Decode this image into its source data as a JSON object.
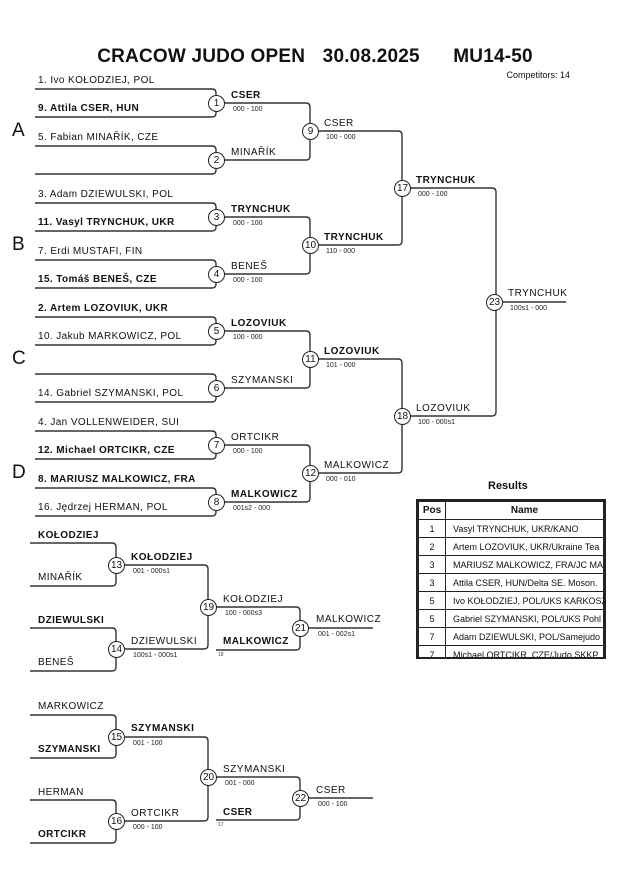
{
  "header": {
    "event": "CRACOW JUDO OPEN",
    "date": "30.08.2025",
    "category": "MU14-50",
    "competitors_label": "Competitors: 14"
  },
  "pools": [
    "A",
    "B",
    "C",
    "D"
  ],
  "entrants": [
    {
      "text": "1. Ivo KOŁODZIEJ, POL",
      "bold": false
    },
    {
      "text": "9. Attila CSER, HUN",
      "bold": true
    },
    {
      "text": "5. Fabian MINAŘÍK, CZE",
      "bold": false
    },
    {
      "text": "",
      "bold": false
    },
    {
      "text": "3. Adam DZIEWULSKI, POL",
      "bold": false
    },
    {
      "text": "11. Vasyl TRYNCHUK, UKR",
      "bold": true
    },
    {
      "text": "7. Erdi MUSTAFI, FIN",
      "bold": false
    },
    {
      "text": "15. Tomáš BENEŠ, CZE",
      "bold": true
    },
    {
      "text": "2. Artem LOZOVIUK, UKR",
      "bold": true
    },
    {
      "text": "10. Jakub MARKOWICZ, POL",
      "bold": false
    },
    {
      "text": "",
      "bold": false
    },
    {
      "text": "14. Gabriel SZYMANSKI, POL",
      "bold": false
    },
    {
      "text": "4. Jan VOLLENWEIDER, SUI",
      "bold": false
    },
    {
      "text": "12. Michael ORTCIKR, CZE",
      "bold": true
    },
    {
      "text": "8. MARIUSZ MALKOWICZ, FRA",
      "bold": true
    },
    {
      "text": "16. Jędrzej HERMAN, POL",
      "bold": false
    }
  ],
  "matches": {
    "m1": {
      "num": "1",
      "winner": "CSER",
      "bold": true,
      "score": "000 - 100"
    },
    "m2": {
      "num": "2",
      "winner": "MINAŘÍK",
      "bold": false,
      "score": ""
    },
    "m3": {
      "num": "3",
      "winner": "TRYNCHUK",
      "bold": true,
      "score": "000 - 100"
    },
    "m4": {
      "num": "4",
      "winner": "BENEŠ",
      "bold": false,
      "score": "000 - 100"
    },
    "m5": {
      "num": "5",
      "winner": "LOZOVIUK",
      "bold": true,
      "score": "100 - 000"
    },
    "m6": {
      "num": "6",
      "winner": "SZYMANSKI",
      "bold": false,
      "score": ""
    },
    "m7": {
      "num": "7",
      "winner": "ORTCIKR",
      "bold": false,
      "score": "000 - 100"
    },
    "m8": {
      "num": "8",
      "winner": "MALKOWICZ",
      "bold": true,
      "score": "001s2 - 000"
    },
    "m9": {
      "num": "9",
      "winner": "CSER",
      "bold": false,
      "score": "100 - 000"
    },
    "m10": {
      "num": "10",
      "winner": "TRYNCHUK",
      "bold": true,
      "score": "110 - 000"
    },
    "m11": {
      "num": "11",
      "winner": "LOZOVIUK",
      "bold": true,
      "score": "101 - 000"
    },
    "m12": {
      "num": "12",
      "winner": "MALKOWICZ",
      "bold": false,
      "score": "000 - 010"
    },
    "m17": {
      "num": "17",
      "winner": "TRYNCHUK",
      "bold": true,
      "score": "000 - 100"
    },
    "m18": {
      "num": "18",
      "winner": "LOZOVIUK",
      "bold": false,
      "score": "100 - 000s1"
    },
    "m23": {
      "num": "23",
      "winner": "TRYNCHUK",
      "bold": false,
      "score": "100s1 - 000"
    },
    "m13": {
      "num": "13",
      "winner": "KOŁODZIEJ",
      "bold": true,
      "score": "001 - 000s1"
    },
    "m14": {
      "num": "14",
      "winner": "DZIEWULSKI",
      "bold": false,
      "score": "100s1 - 000s1"
    },
    "m19": {
      "num": "19",
      "winner": "KOŁODZIEJ",
      "bold": false,
      "score": "100 - 000s3"
    },
    "m21": {
      "num": "21",
      "winner": "MALKOWICZ",
      "bold": false,
      "score": "001 - 002s1"
    },
    "m15": {
      "num": "15",
      "winner": "SZYMANSKI",
      "bold": true,
      "score": "001 - 100"
    },
    "m16": {
      "num": "16",
      "winner": "ORTCIKR",
      "bold": false,
      "score": "000 - 100"
    },
    "m20": {
      "num": "20",
      "winner": "SZYMANSKI",
      "bold": false,
      "score": "001 - 000"
    },
    "m22": {
      "num": "22",
      "winner": "CSER",
      "bold": false,
      "score": "000 - 100"
    }
  },
  "repechage": {
    "r13a": {
      "text": "KOŁODZIEJ",
      "bold": true
    },
    "r13b": {
      "text": "MINAŘÍK",
      "bold": false
    },
    "r14a": {
      "text": "DZIEWULSKI",
      "bold": true
    },
    "r14b": {
      "text": "BENEŠ",
      "bold": false
    },
    "r15a": {
      "text": "MARKOWICZ",
      "bold": false
    },
    "r15b": {
      "text": "SZYMANSKI",
      "bold": true
    },
    "r16a": {
      "text": "HERMAN",
      "bold": false
    },
    "r16b": {
      "text": "ORTCIKR",
      "bold": true
    },
    "r21b": {
      "text": "MALKOWICZ",
      "bold": true,
      "from": "18"
    },
    "r22b": {
      "text": "CSER",
      "bold": true,
      "from": "17"
    }
  },
  "results": {
    "title": "Results",
    "headers": {
      "pos": "Pos",
      "name": "Name"
    },
    "rows": [
      {
        "pos": "1",
        "name": "Vasyl TRYNCHUK, UKR/KANO"
      },
      {
        "pos": "2",
        "name": "Artem LOZOVIUK, UKR/Ukraine Tea"
      },
      {
        "pos": "3",
        "name": "MARIUSZ MALKOWICZ, FRA/JC MA"
      },
      {
        "pos": "3",
        "name": "Attila CSER, HUN/Delta SE. Moson."
      },
      {
        "pos": "5",
        "name": "Ivo KOŁODZIEJ, POL/UKS KARKOSZ"
      },
      {
        "pos": "5",
        "name": "Gabriel SZYMANSKI, POL/UKS Pohl"
      },
      {
        "pos": "7",
        "name": "Adam DZIEWULSKI, POL/Samejudo"
      },
      {
        "pos": "7",
        "name": "Michael ORTCIKR, CZE/Judo SKKP"
      }
    ]
  }
}
